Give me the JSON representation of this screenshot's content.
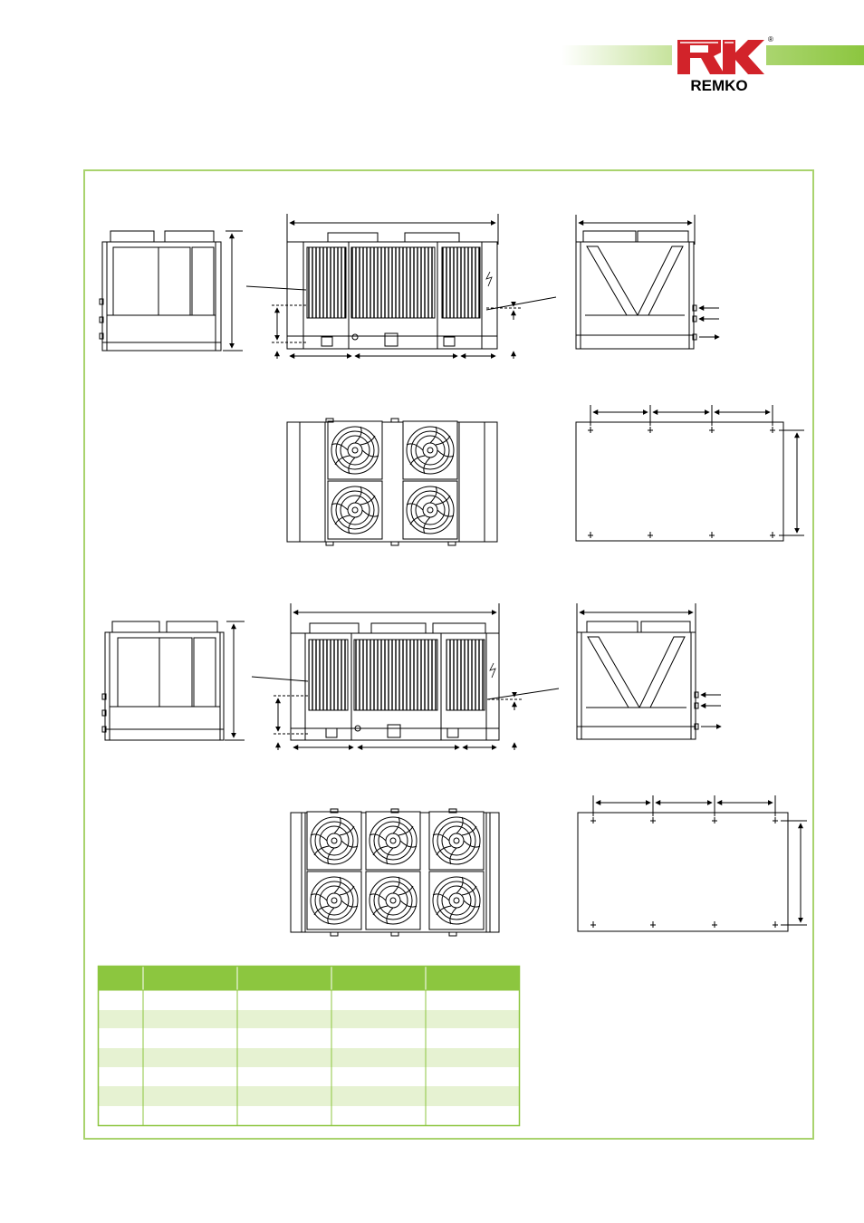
{
  "brand": {
    "logo_text": "REMKO",
    "registered_mark": "®",
    "accent_green": "#8cc63f",
    "light_green": "#eaf4d8",
    "logo_red": "#d2232a"
  },
  "table": {
    "columns": 5,
    "header_rows": 1,
    "body_rows": 7,
    "header_color": "#8cc63f",
    "stripe_color": "#e6f2d2"
  }
}
